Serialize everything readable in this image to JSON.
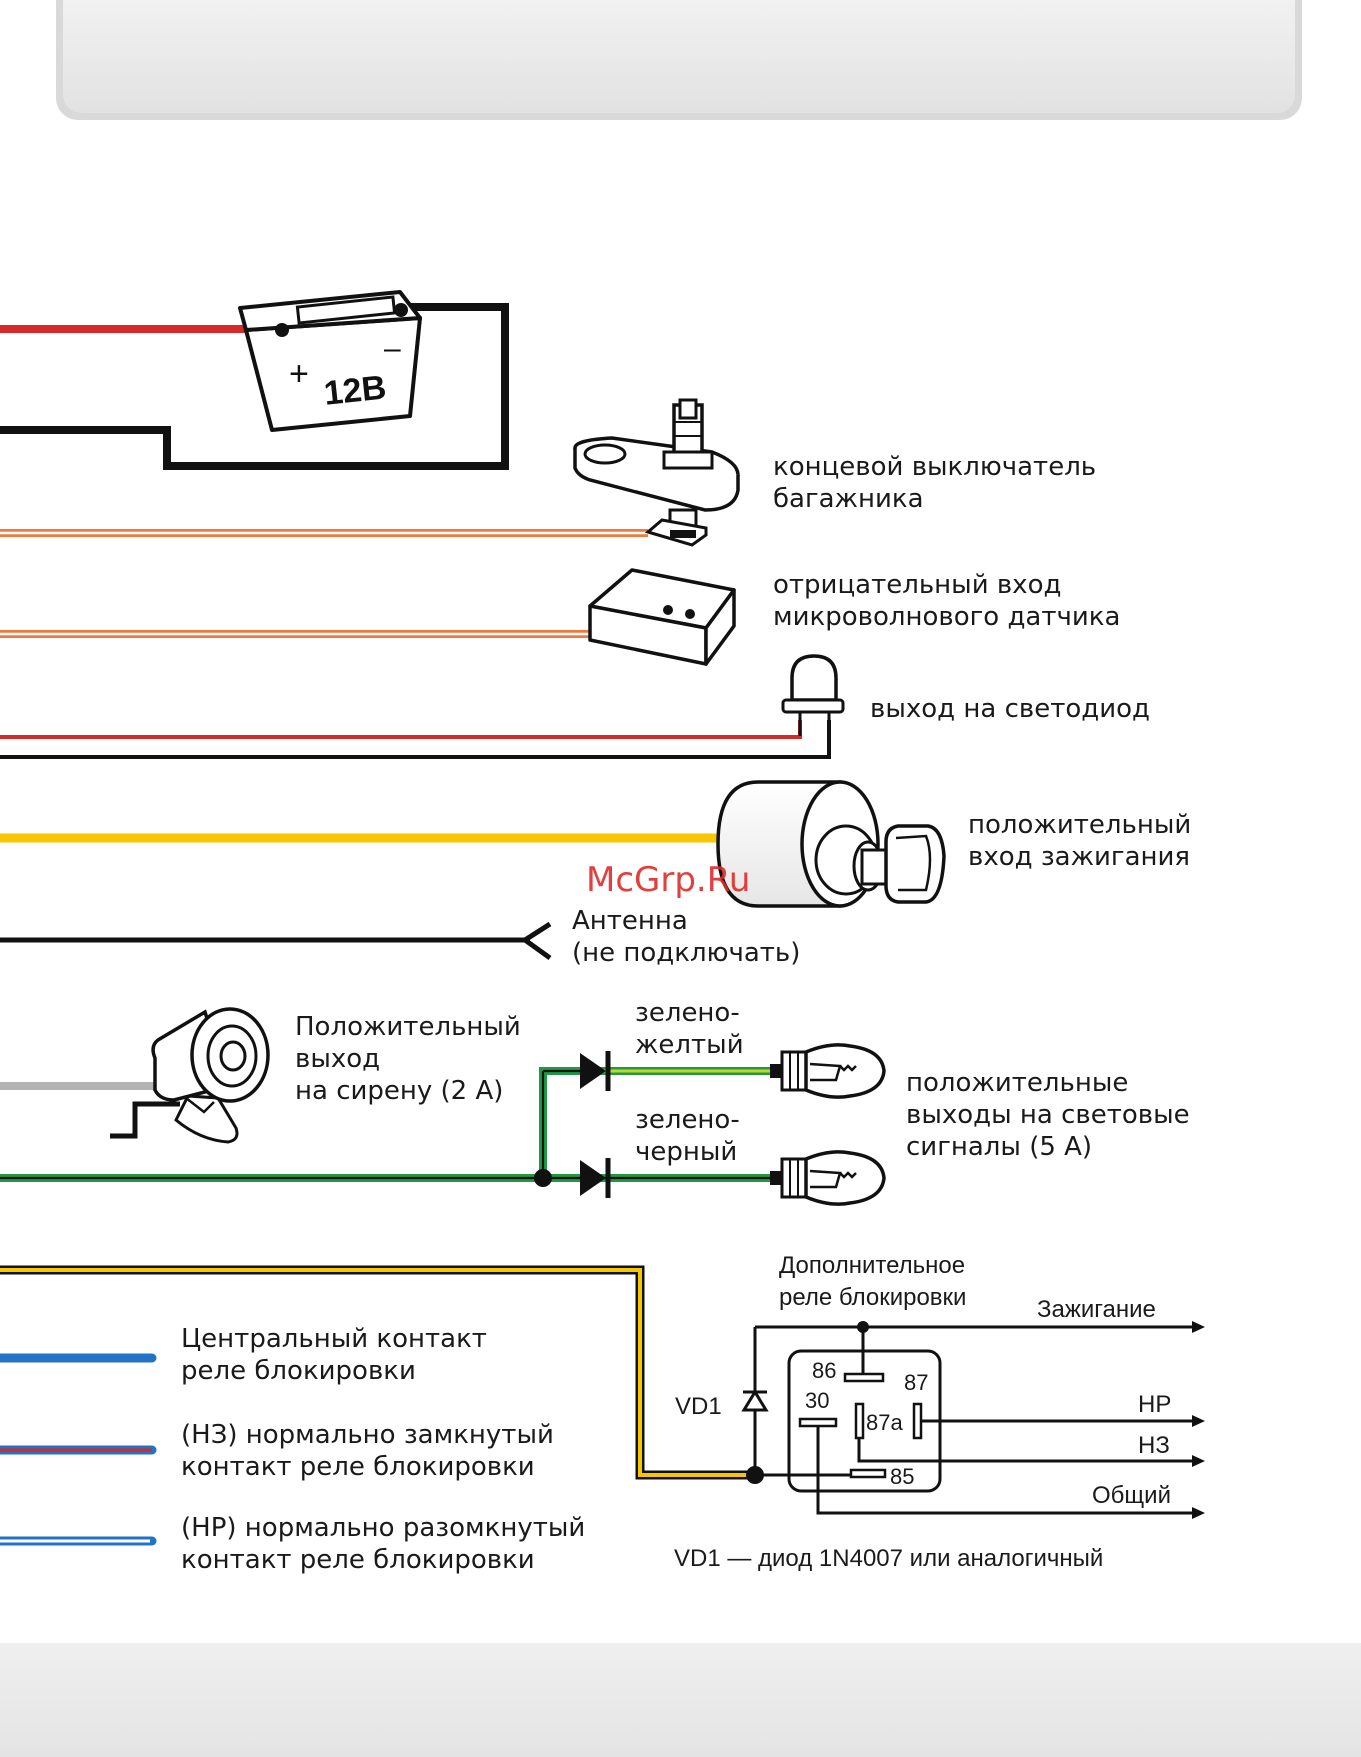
{
  "battery": {
    "voltage": "12В",
    "plus": "+",
    "minus": "–"
  },
  "labels": {
    "trunk_switch": [
      "концевой выключатель",
      "багажника"
    ],
    "microwave": [
      "отрицательный вход",
      "микроволнового датчика"
    ],
    "led": "выход на светодиод",
    "ignition": [
      "положительный",
      "вход зажигания"
    ],
    "antenna": [
      "Антенна",
      "(не подключать)"
    ],
    "siren": [
      "Положительный",
      "выход",
      "на сирену (2 А)"
    ],
    "green_yellow": [
      "зелено-",
      "желтый"
    ],
    "green_black": [
      "зелено-",
      "черный"
    ],
    "light_signals": [
      "положительные",
      "выходы на световые",
      "сигналы (5 А)"
    ],
    "relay_central": [
      "Центральный контакт",
      "реле блокировки"
    ],
    "relay_nc": [
      "(НЗ) нормально замкнутый",
      "контакт реле блокировки"
    ],
    "relay_no": [
      "(НР) нормально разомкнутый",
      "контакт реле блокировки"
    ]
  },
  "relay": {
    "title": [
      "Дополнительное",
      "реле блокировки"
    ],
    "ignition": "Зажигание",
    "no": "НР",
    "nc": "НЗ",
    "common": "Общий",
    "diode": "VD1",
    "pins": [
      "86",
      "87",
      "30",
      "87a",
      "85"
    ],
    "note": "VD1 — диод 1N4007 или аналогичный"
  },
  "watermark": "McGrp.Ru",
  "colors": {
    "red": "#d42a2a",
    "black": "#111111",
    "orange": "#ee7a3c",
    "yellow": "#f7c600",
    "grey": "#b3b3b3",
    "green": "#1f9a44",
    "green_yellow": "#c7d52a",
    "blue": "#2273c8",
    "wm": "#e02b2b"
  }
}
